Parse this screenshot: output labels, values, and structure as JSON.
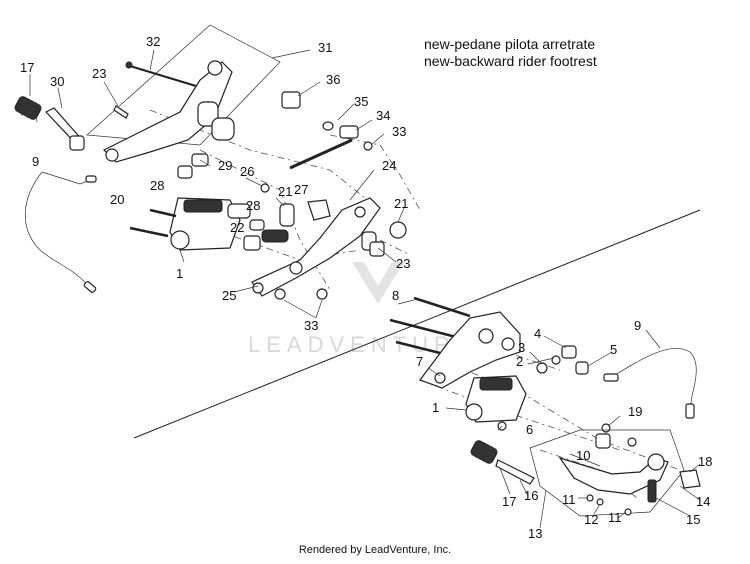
{
  "caption": {
    "line1": "new-pedane pilota arretrate",
    "line2": "new-backward rider footrest"
  },
  "footer": "Rendered by LeadVenture, Inc.",
  "watermark": "LEADVENTURE",
  "callouts": {
    "upper": [
      "32",
      "31",
      "17",
      "30",
      "23",
      "36",
      "35",
      "34",
      "33",
      "9",
      "29",
      "28",
      "26",
      "21",
      "27",
      "24",
      "20",
      "28",
      "21",
      "22",
      "1",
      "23",
      "25",
      "33"
    ],
    "lower": [
      "8",
      "4",
      "9",
      "3",
      "2",
      "5",
      "7",
      "1",
      "19",
      "6",
      "10",
      "18",
      "17",
      "16",
      "11",
      "12",
      "11",
      "14",
      "15",
      "13"
    ]
  }
}
